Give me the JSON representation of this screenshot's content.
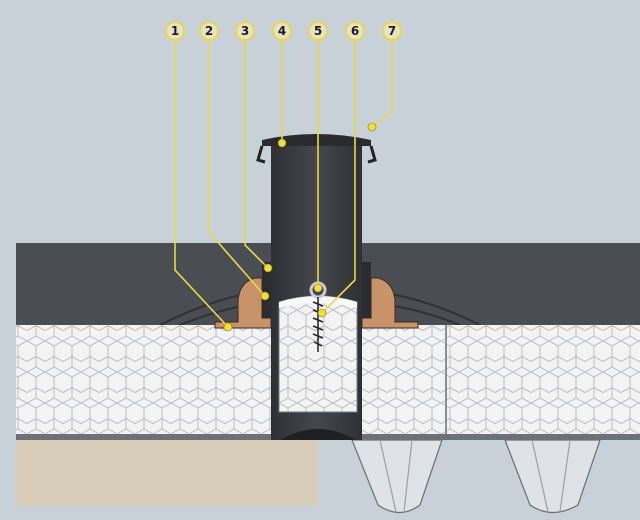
{
  "callouts": [
    {
      "number": "1"
    },
    {
      "number": "2"
    },
    {
      "number": "3"
    },
    {
      "number": "4"
    },
    {
      "number": "5"
    },
    {
      "number": "6"
    },
    {
      "number": "7"
    }
  ],
  "colors": {
    "background": "#c8d0d8",
    "membrane": "#4a4d52",
    "pipe": "#3a3c40",
    "flange": "#c9936a",
    "callout": "#e8d84a",
    "insulation": "#f2f2f2",
    "base": "#d8cdb9"
  }
}
